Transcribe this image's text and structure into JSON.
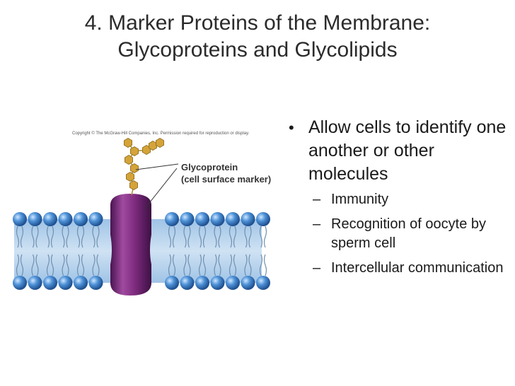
{
  "slide": {
    "title_line1": "4. Marker Proteins of the Membrane:",
    "title_line2": "Glycoproteins and Glycolipids",
    "copyright": "Copyright © The McGraw-Hill Companies, Inc. Permission required for reproduction or display.",
    "figure_label_line1": "Glycoprotein",
    "figure_label_line2": "(cell surface marker)",
    "bullet": "Allow cells to identify one another or other molecules",
    "subbullets": [
      "Immunity",
      "Recognition of oocyte by sperm cell",
      "Intercellular communication"
    ]
  },
  "colors": {
    "head": "#3a7fc8",
    "tail": "#9bb9d6",
    "protein": "#7a2a7a",
    "sugar": "#d4a33a"
  }
}
